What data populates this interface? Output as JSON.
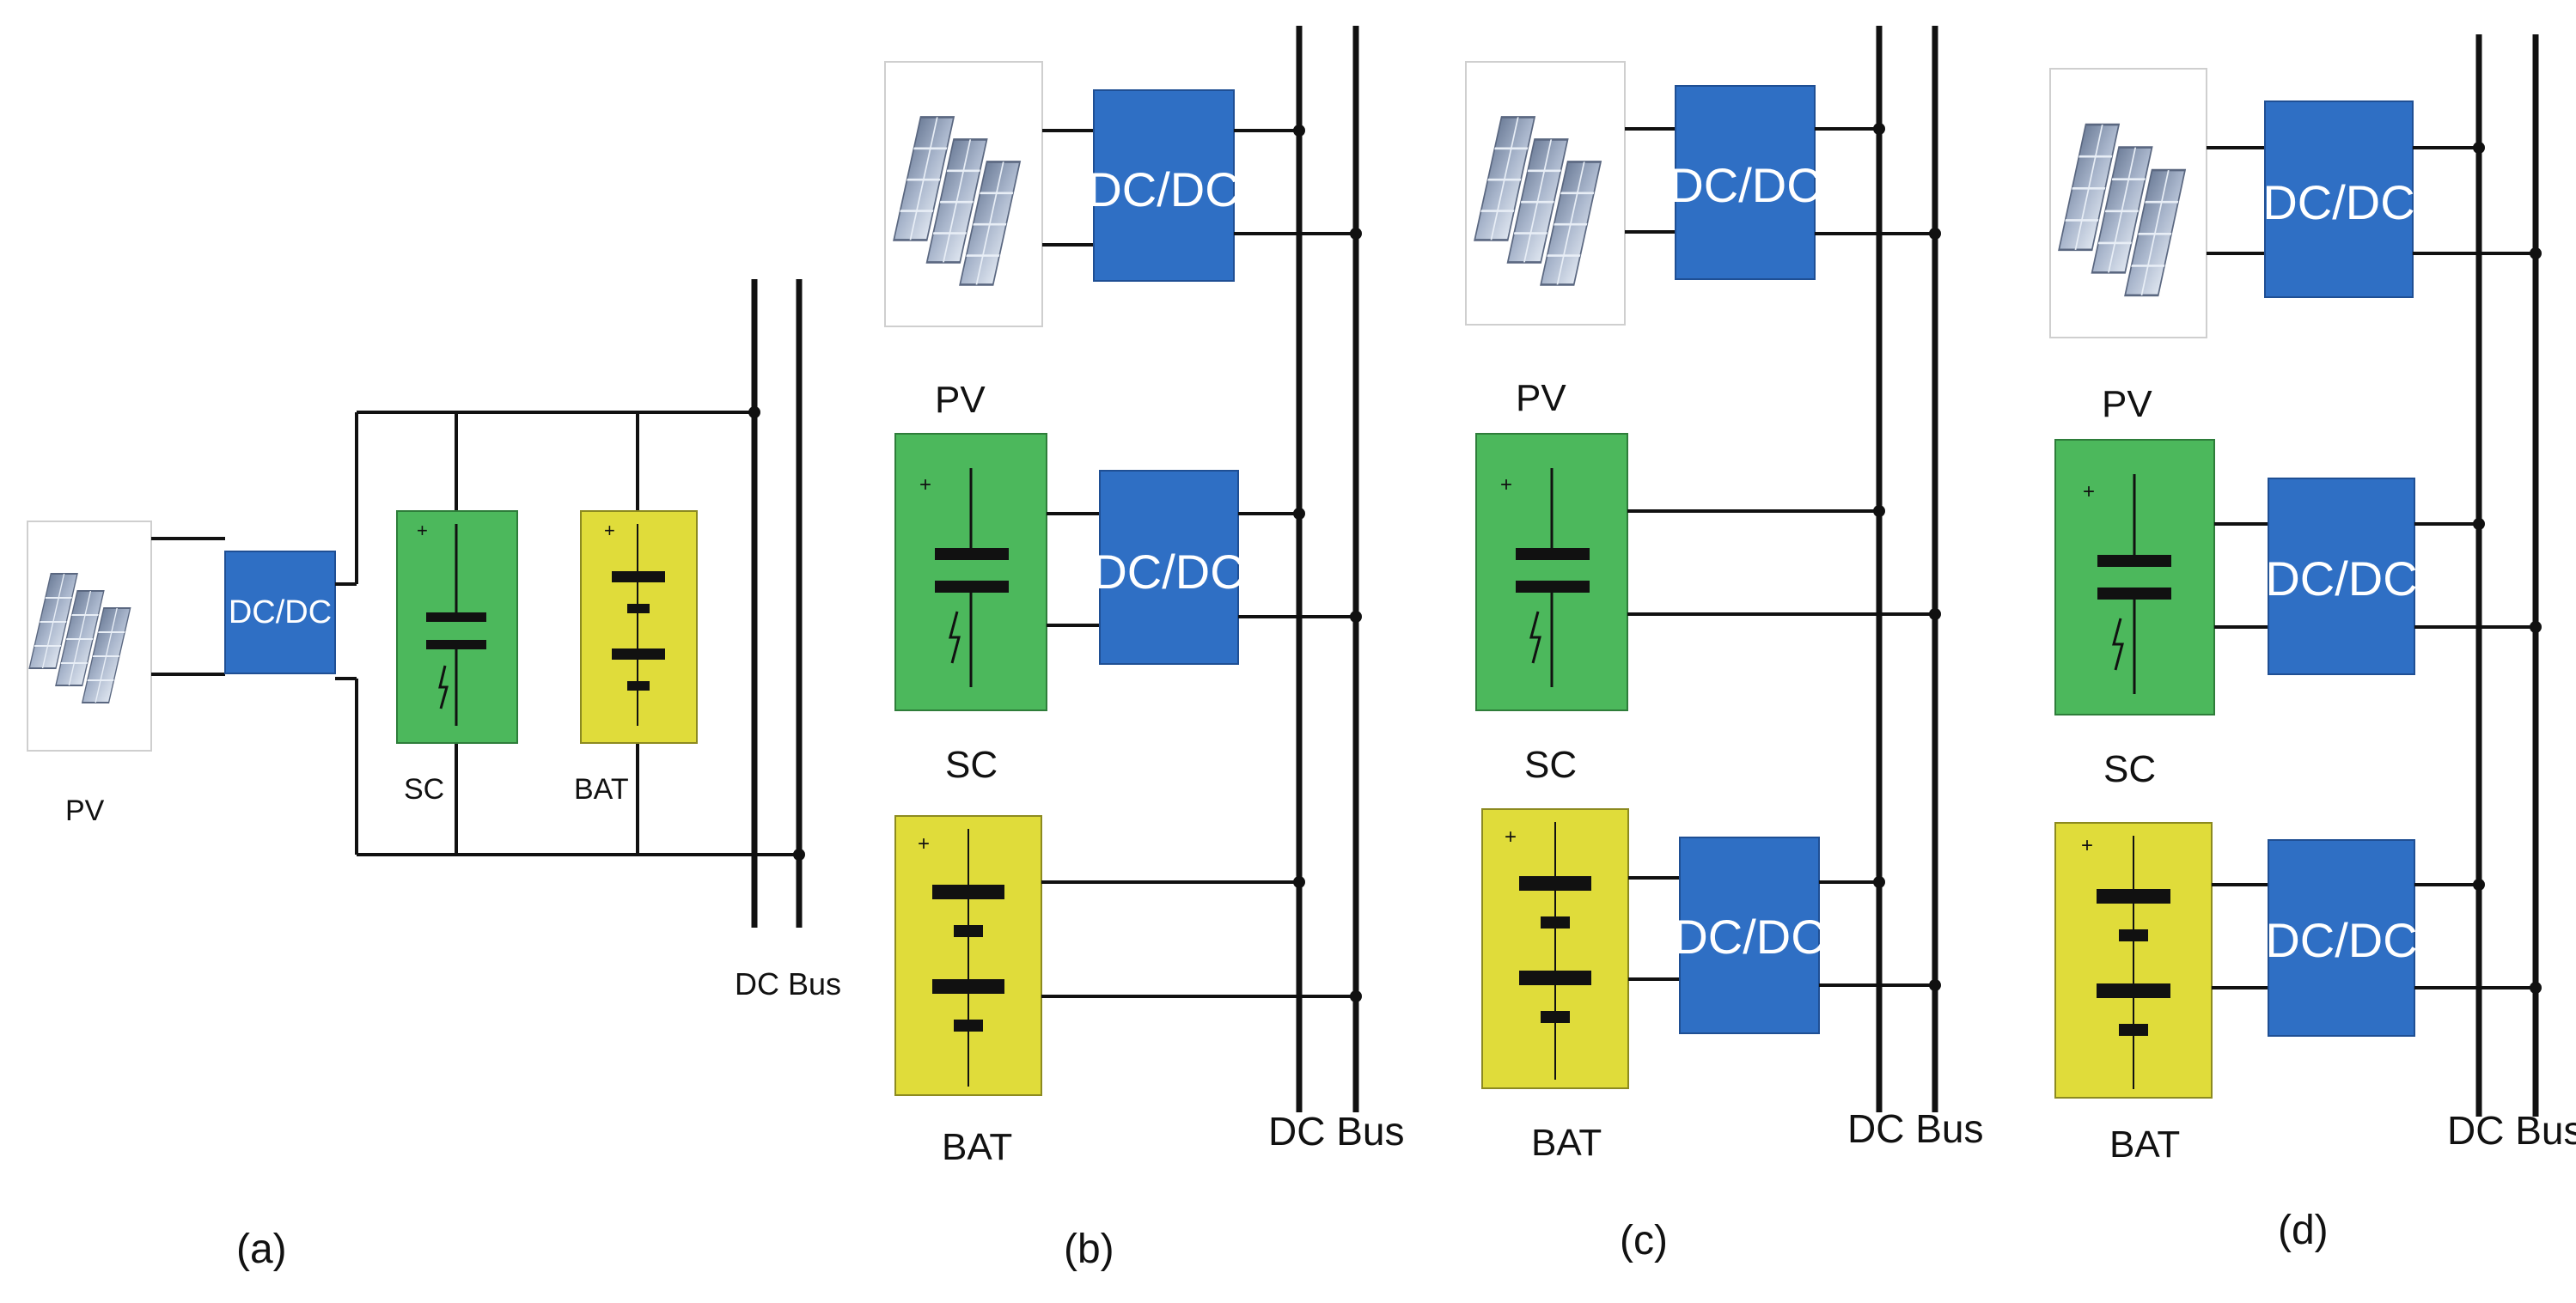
{
  "converter_label": "DC/DC",
  "bus_label": "DC Bus",
  "sources": {
    "pv": "PV",
    "sc": "SC",
    "bat": "BAT"
  },
  "panels": [
    {
      "caption": "(a)",
      "topology": "passive-parallel"
    },
    {
      "caption": "(b)",
      "topology": "pv-and-sc-converters"
    },
    {
      "caption": "(c)",
      "topology": "pv-and-bat-converters"
    },
    {
      "caption": "(d)",
      "topology": "full-active"
    }
  ],
  "colors": {
    "converter": "#2f6fc4",
    "supercapacitor": "#4cb85c",
    "battery": "#e0dc3a",
    "wire": "#111111"
  }
}
